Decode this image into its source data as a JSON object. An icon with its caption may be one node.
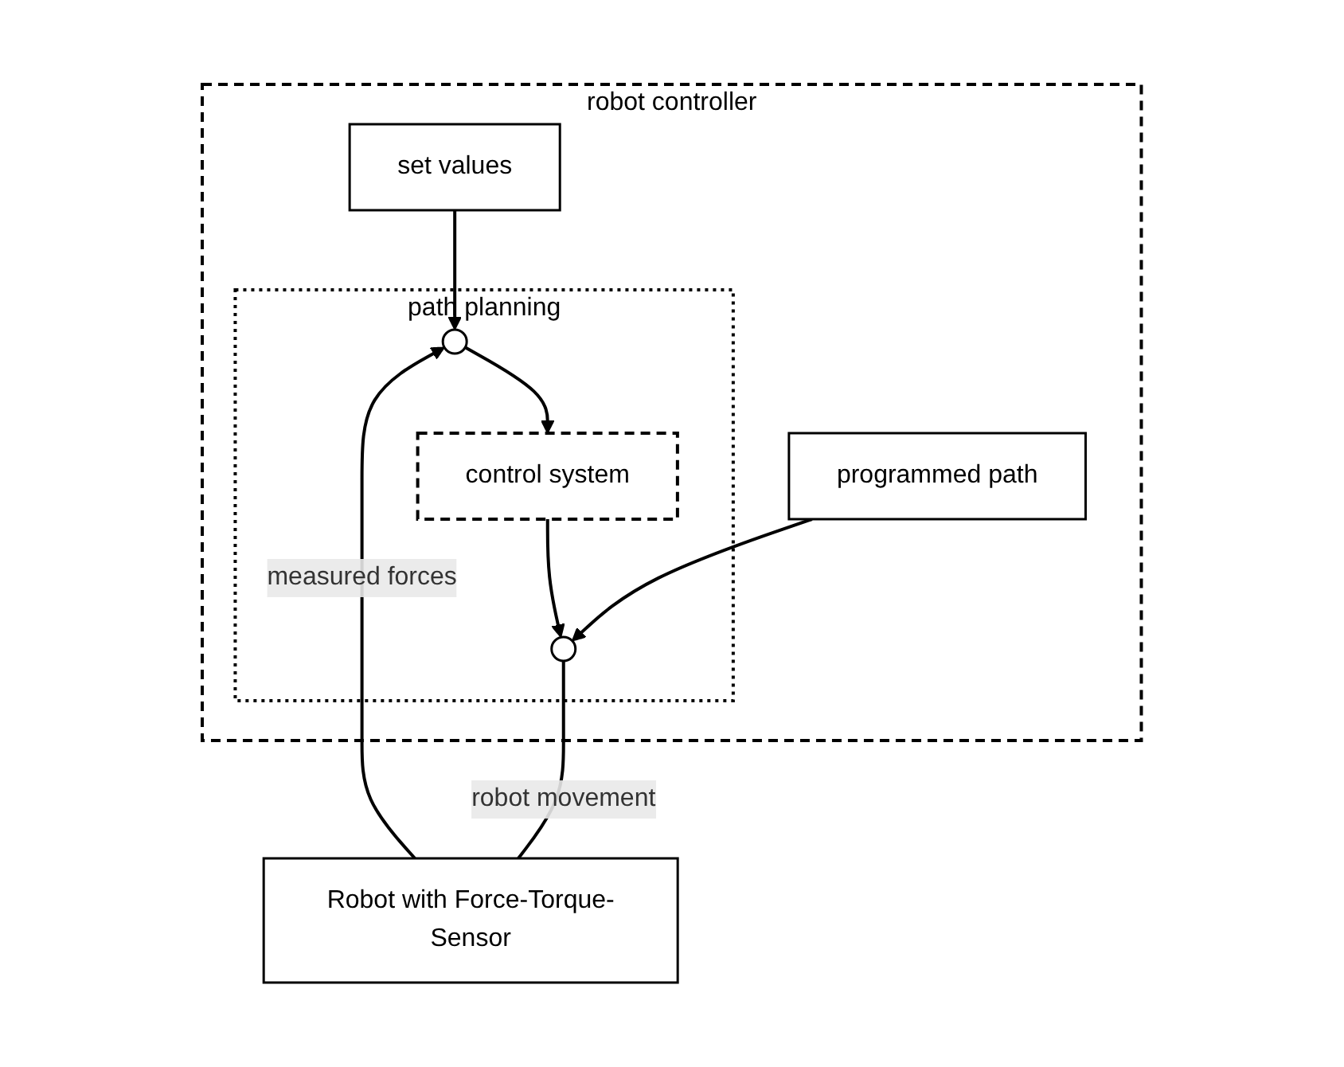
{
  "diagram": {
    "nodes": [
      {
        "text": [
          "robot controller"
        ]
      },
      {
        "text": [
          "path planning"
        ],
        "in": 0
      },
      {
        "text": [
          "set values"
        ],
        "in": 0
      },
      {
        "text": [],
        "shape": "circle",
        "in": 1
      },
      {
        "text": [
          "control system"
        ],
        "in": 1
      },
      {
        "text": [],
        "shape": "circle",
        "in": 1
      },
      {
        "text": [
          "programmed path"
        ],
        "in": 0
      },
      {
        "text": [
          "Robot with Force-Torque-Sensor"
        ]
      }
    ],
    "edges": [
      {
        "from": 2,
        "to": 3,
        "arrow": "to"
      },
      {
        "from": 7,
        "to": 3,
        "arrow": "to",
        "label": "measured forces"
      },
      {
        "from": 3,
        "to": 4,
        "arrow": "to"
      },
      {
        "from": 4,
        "to": 5,
        "arrow": "to"
      },
      {
        "from": 6,
        "to": 5,
        "arrow": "to"
      },
      {
        "from": 5,
        "to": 7,
        "arrow": "none",
        "label": "robot movement"
      }
    ]
  }
}
